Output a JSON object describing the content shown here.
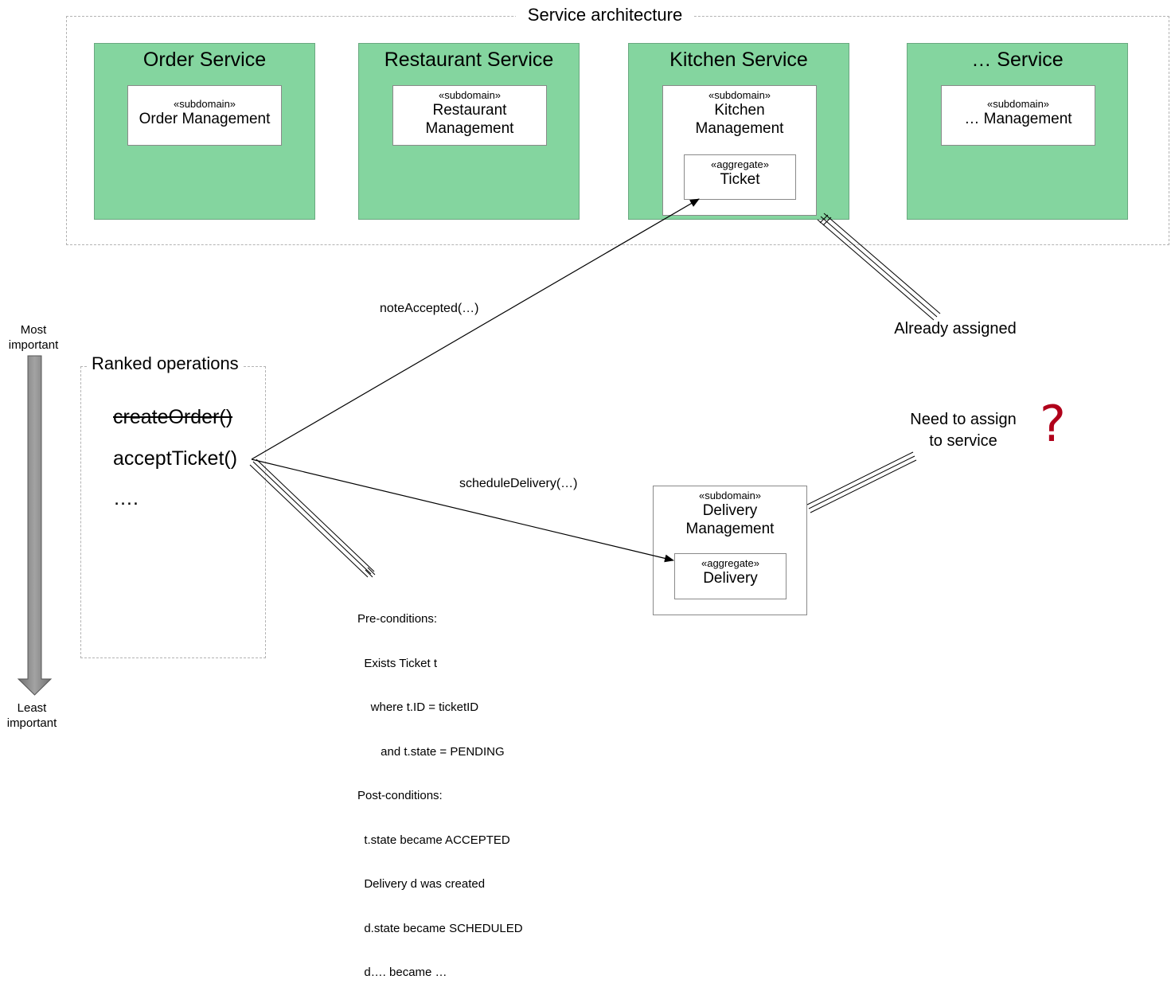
{
  "architecture": {
    "title": "Service architecture",
    "services": [
      {
        "title": "Order Service",
        "subdomain_stereotype": "«subdomain»",
        "subdomain_lines": [
          "Order Management"
        ]
      },
      {
        "title": "Restaurant Service",
        "subdomain_stereotype": "«subdomain»",
        "subdomain_lines": [
          "Restaurant",
          "Management"
        ]
      },
      {
        "title": "Kitchen Service",
        "subdomain_stereotype": "«subdomain»",
        "subdomain_lines": [
          "Kitchen",
          "Management"
        ],
        "aggregate_stereotype": "«aggregate»",
        "aggregate_name": "Ticket"
      },
      {
        "title": "… Service",
        "subdomain_stereotype": "«subdomain»",
        "subdomain_lines": [
          "… Management"
        ]
      }
    ]
  },
  "ranking": {
    "top_label": [
      "Most",
      "important"
    ],
    "bottom_label": [
      "Least",
      "important"
    ],
    "title": "Ranked operations",
    "operations": [
      {
        "name": "createOrder()",
        "struck": true
      },
      {
        "name": "acceptTicket()",
        "struck": false
      },
      {
        "name": "….",
        "struck": false
      }
    ]
  },
  "messages": {
    "note_accepted": "noteAccepted(…)",
    "schedule_delivery": "scheduleDelivery(…)"
  },
  "annotations": {
    "already_assigned": "Already assigned",
    "need_to_assign": [
      "Need to assign",
      "to service"
    ],
    "question_mark": "?"
  },
  "delivery": {
    "subdomain_stereotype": "«subdomain»",
    "subdomain_lines": [
      "Delivery",
      "Management"
    ],
    "aggregate_stereotype": "«aggregate»",
    "aggregate_name": "Delivery"
  },
  "conditions": {
    "lines": [
      "Pre-conditions:",
      "  Exists Ticket t",
      "    where t.ID = ticketID",
      "       and t.state = PENDING",
      "Post-conditions:",
      "  t.state became ACCEPTED",
      "  Delivery d was created",
      "  d.state became SCHEDULED",
      "  d…. became …"
    ]
  },
  "colors": {
    "service_fill": "#84d59f",
    "question_mark": "#b0001a",
    "rank_arrow": "#8c8c8c"
  }
}
